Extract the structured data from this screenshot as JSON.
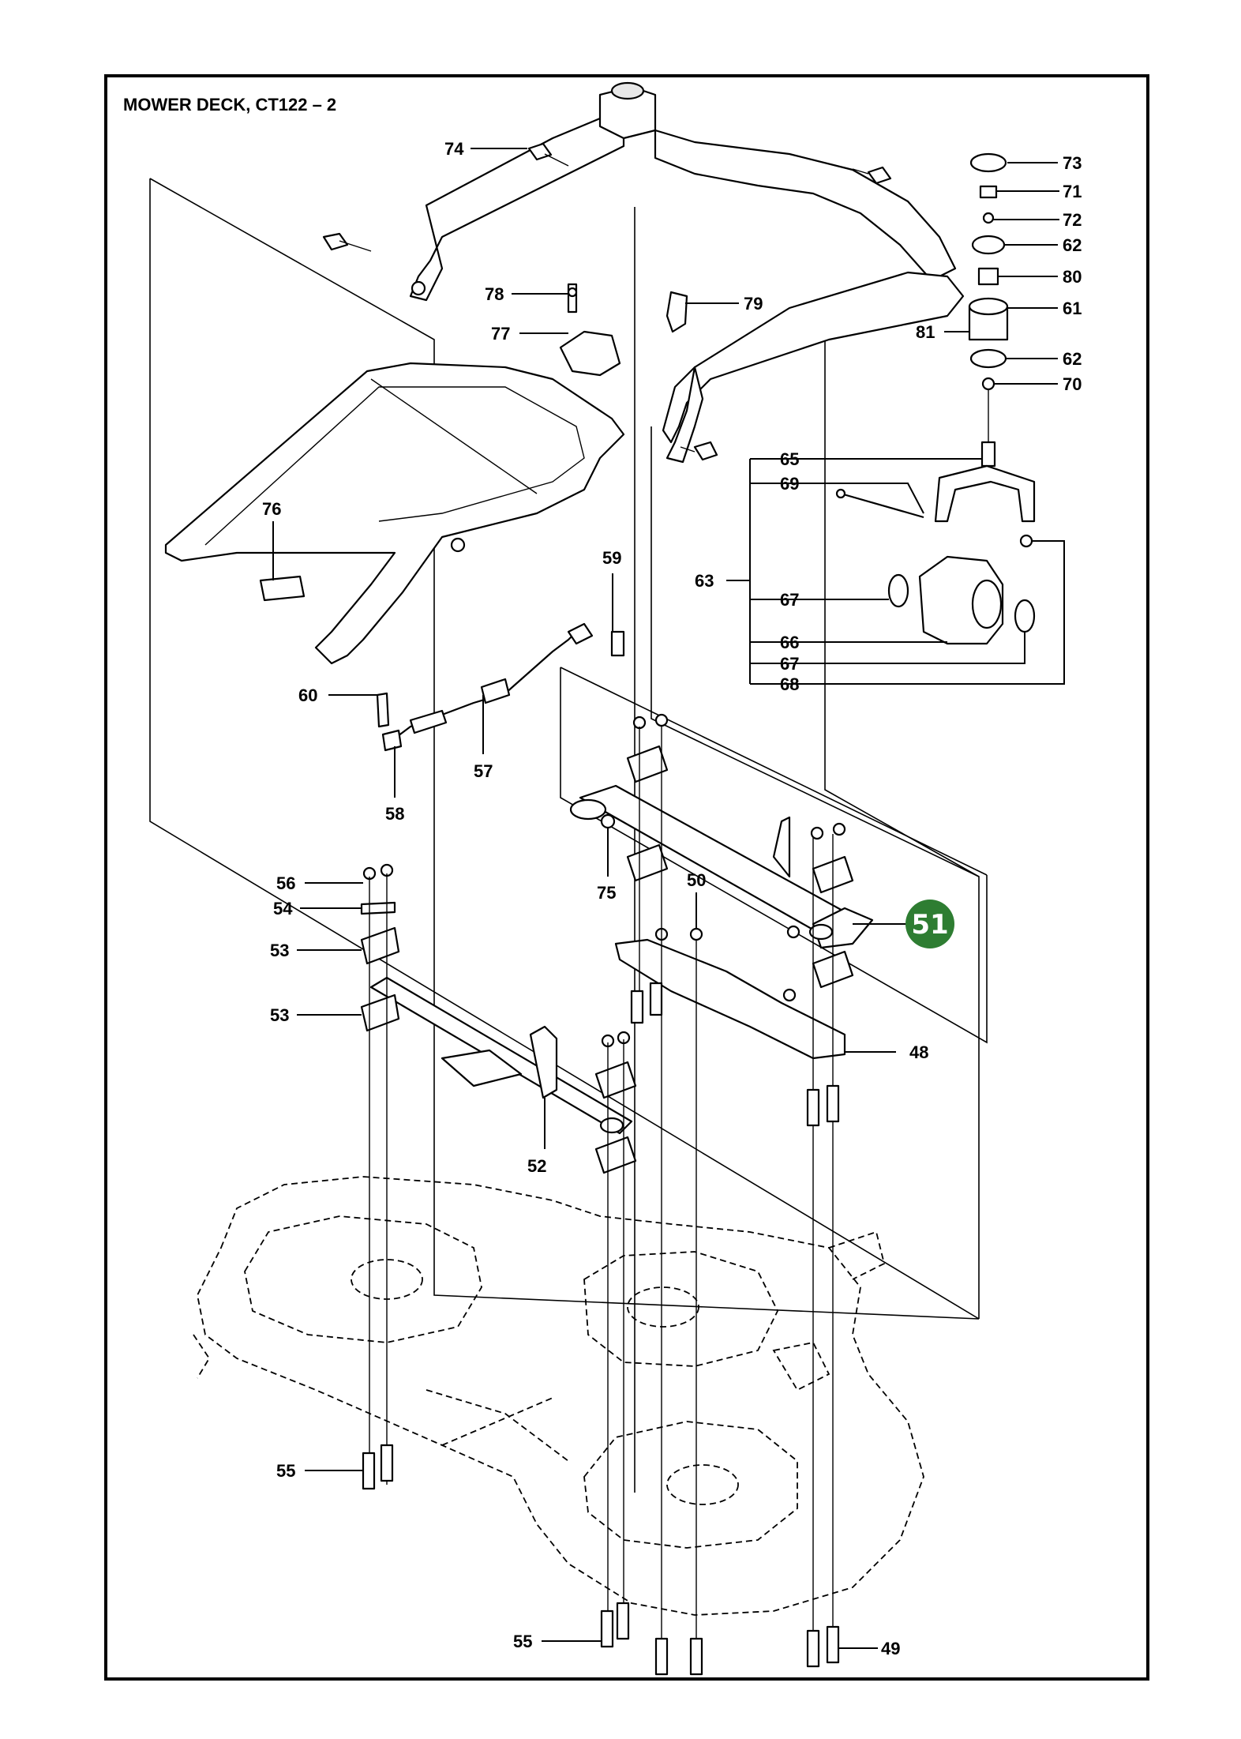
{
  "title": "MOWER DECK, CT122 – 2",
  "highlight": {
    "label": "51",
    "color": "#2e7d32",
    "text_color": "#ffffff"
  },
  "callouts": {
    "c74": "74",
    "c73": "73",
    "c71": "71",
    "c72": "72",
    "c62a": "62",
    "c80": "80",
    "c61": "61",
    "c81": "81",
    "c62b": "62",
    "c70": "70",
    "c78": "78",
    "c77": "77",
    "c79": "79",
    "c76": "76",
    "c65": "65",
    "c69": "69",
    "c63": "63",
    "c67a": "67",
    "c66": "66",
    "c67b": "67",
    "c68": "68",
    "c59": "59",
    "c60": "60",
    "c57": "57",
    "c58": "58",
    "c56": "56",
    "c54": "54",
    "c53a": "53",
    "c53b": "53",
    "c75": "75",
    "c50": "50",
    "c48": "48",
    "c52": "52",
    "c55a": "55",
    "c55b": "55",
    "c49": "49"
  }
}
